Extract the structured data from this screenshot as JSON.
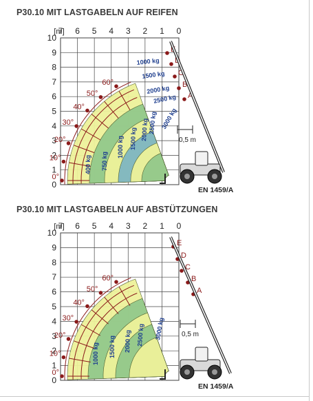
{
  "charts": [
    {
      "title": "P30.10 MIT LASTGABELN AUF REIFEN",
      "unit_label": "[m]",
      "x_ticks": [
        "7",
        "6",
        "5",
        "4",
        "3",
        "2",
        "1",
        "0"
      ],
      "y_ticks": [
        "0",
        "1",
        "2",
        "3",
        "4",
        "5",
        "6",
        "7",
        "8",
        "9",
        "10"
      ],
      "angles": [
        "0°",
        "10°",
        "20°",
        "30°",
        "40°",
        "50°",
        "60°"
      ],
      "positions": [
        "A",
        "B",
        "C",
        "D",
        "E"
      ],
      "load_labels": [
        "400 kg",
        "750 kg",
        "1000 kg",
        "1500 kg",
        "2000 kg",
        "2500 kg",
        "3000 kg",
        "2500 kg",
        "2000 kg",
        "1500 kg",
        "1000 kg"
      ],
      "dimension_label": "0,5 m",
      "norm_label": "EN 1459/A"
    },
    {
      "title": "P30.10 MIT LASTGABELN AUF ABSTÜTZUNGEN",
      "unit_label": "[m]",
      "x_ticks": [
        "7",
        "6",
        "5",
        "4",
        "3",
        "2",
        "1",
        "0"
      ],
      "y_ticks": [
        "0",
        "1",
        "2",
        "3",
        "4",
        "5",
        "6",
        "7",
        "8",
        "9",
        "10"
      ],
      "angles": [
        "0°",
        "10°",
        "20°",
        "30°",
        "40°",
        "50°",
        "60°"
      ],
      "positions": [
        "A",
        "B",
        "C",
        "D",
        "E"
      ],
      "load_labels": [
        "1000 kg",
        "1500 kg",
        "2000 kg",
        "2500 kg",
        "3000 kg"
      ],
      "dimension_label": "0,5 m",
      "norm_label": "EN 1459/A"
    }
  ],
  "chart_data": [
    {
      "type": "load chart",
      "title": "P30.10 MIT LASTGABELN AUF REIFEN",
      "x_unit": "[m]",
      "x_range": [
        7,
        0
      ],
      "y_range": [
        0,
        10
      ],
      "boom_angles_deg": [
        0,
        10,
        20,
        30,
        40,
        50,
        60
      ],
      "extension_positions": [
        "A",
        "B",
        "C",
        "D",
        "E"
      ],
      "load_zones_kg": [
        400,
        750,
        1000,
        1500,
        2000,
        2500,
        3000
      ],
      "zone_labels_left_of_boom": [
        "400 kg",
        "750 kg",
        "1000 kg",
        "1500 kg",
        "2000 kg",
        "2500 kg",
        "3000 kg"
      ],
      "zone_labels_top": [
        "1000 kg",
        "1500 kg",
        "2000 kg",
        "2500 kg"
      ],
      "grid": true
    },
    {
      "type": "load chart",
      "title": "P30.10 MIT LASTGABELN AUF ABSTÜTZUNGEN",
      "x_unit": "[m]",
      "x_range": [
        7,
        0
      ],
      "y_range": [
        0,
        10
      ],
      "boom_angles_deg": [
        0,
        10,
        20,
        30,
        40,
        50,
        60
      ],
      "extension_positions": [
        "A",
        "B",
        "C",
        "D",
        "E"
      ],
      "load_zones_kg": [
        1000,
        1500,
        2000,
        2500,
        3000
      ],
      "grid": true
    }
  ],
  "colors": {
    "yellow_zone": "#eef29a",
    "green_zone": "#93c98b",
    "blue_zone": "#7fb7c2",
    "angle_dot": "#8b1a1a",
    "radial_line": "#8b1a1a",
    "text": "#222222",
    "blue_text": "#1f3f8f"
  }
}
